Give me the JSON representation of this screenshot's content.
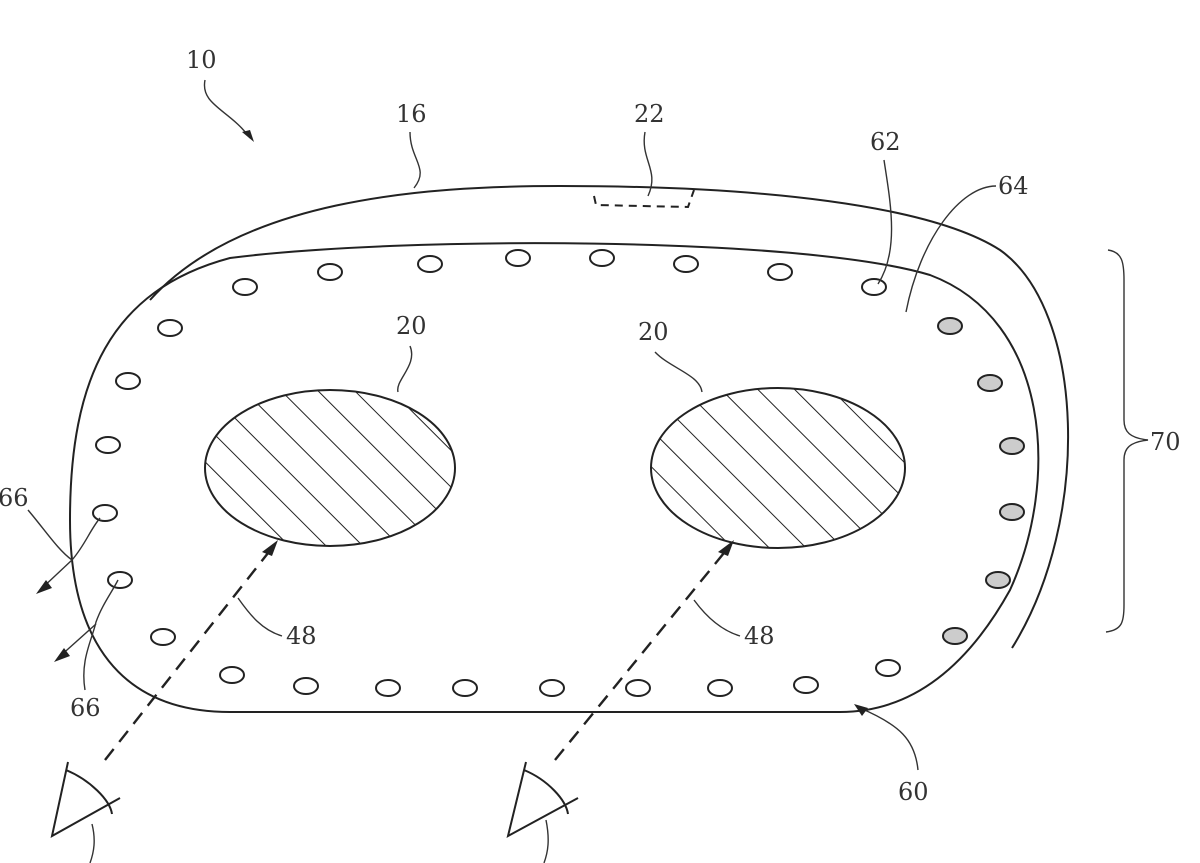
{
  "figure": {
    "labels": {
      "device": "10",
      "housing": "16",
      "component": "22",
      "port": "62",
      "surface": "64",
      "lens_left": "20",
      "lens_right": "20",
      "region": "70",
      "flow_upper": "66",
      "flow_lower": "66",
      "view_left": "48",
      "view_right": "48",
      "face": "60"
    },
    "line_color": "#222222",
    "background": "#ffffff"
  }
}
